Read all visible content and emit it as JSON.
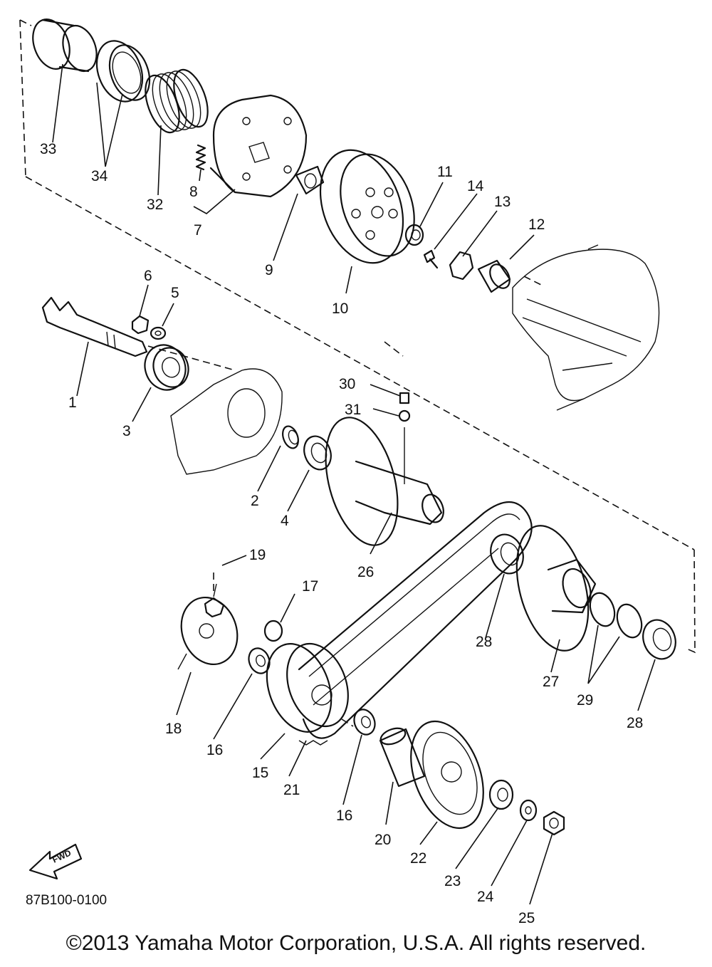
{
  "diagram": {
    "code": "87B100-0100",
    "fwd_label": "FWD",
    "callouts": [
      {
        "id": "1",
        "label": "1"
      },
      {
        "id": "2",
        "label": "2"
      },
      {
        "id": "3",
        "label": "3"
      },
      {
        "id": "4",
        "label": "4"
      },
      {
        "id": "5",
        "label": "5"
      },
      {
        "id": "6",
        "label": "6"
      },
      {
        "id": "7",
        "label": "7"
      },
      {
        "id": "8",
        "label": "8"
      },
      {
        "id": "9",
        "label": "9"
      },
      {
        "id": "10",
        "label": "10"
      },
      {
        "id": "11",
        "label": "11"
      },
      {
        "id": "12",
        "label": "12"
      },
      {
        "id": "13",
        "label": "13"
      },
      {
        "id": "14",
        "label": "14"
      },
      {
        "id": "15",
        "label": "15"
      },
      {
        "id": "16a",
        "label": "16"
      },
      {
        "id": "16b",
        "label": "16"
      },
      {
        "id": "17",
        "label": "17"
      },
      {
        "id": "18",
        "label": "18"
      },
      {
        "id": "19",
        "label": "19"
      },
      {
        "id": "20",
        "label": "20"
      },
      {
        "id": "21",
        "label": "21"
      },
      {
        "id": "22",
        "label": "22"
      },
      {
        "id": "23",
        "label": "23"
      },
      {
        "id": "24",
        "label": "24"
      },
      {
        "id": "25",
        "label": "25"
      },
      {
        "id": "26",
        "label": "26"
      },
      {
        "id": "27",
        "label": "27"
      },
      {
        "id": "28a",
        "label": "28"
      },
      {
        "id": "28b",
        "label": "28"
      },
      {
        "id": "29",
        "label": "29"
      },
      {
        "id": "30",
        "label": "30"
      },
      {
        "id": "31",
        "label": "31"
      },
      {
        "id": "32",
        "label": "32"
      },
      {
        "id": "33",
        "label": "33"
      },
      {
        "id": "34",
        "label": "34"
      }
    ]
  },
  "footer": {
    "copyright": "©2013 Yamaha Motor Corporation, U.S.A. All rights reserved."
  }
}
